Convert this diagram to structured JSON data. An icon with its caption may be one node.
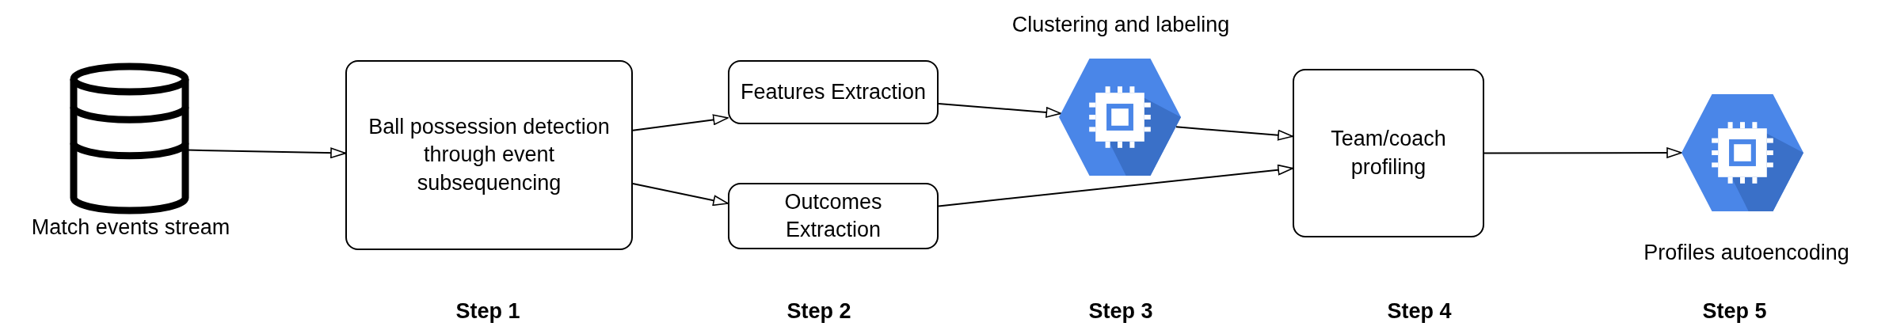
{
  "diagram": {
    "nodes": [
      {
        "text": [
          "Match events stream"
        ]
      },
      {
        "text": [
          "Ball possession detection through event subsequencing"
        ]
      },
      {
        "text": [
          "Features Extraction"
        ]
      },
      {
        "text": [
          "Outcomes Extraction"
        ]
      },
      {
        "text": [
          "Clustering and labeling"
        ]
      },
      {
        "text": [
          "Team/coach profiling"
        ]
      },
      {
        "text": [
          "Profiles autoencoding"
        ]
      }
    ],
    "edges": [
      {
        "from": 0,
        "to": 1,
        "arrow": "to"
      },
      {
        "from": 1,
        "to": 2,
        "arrow": "to"
      },
      {
        "from": 1,
        "to": 3,
        "arrow": "to"
      },
      {
        "from": 2,
        "to": 4,
        "arrow": "to"
      },
      {
        "from": 4,
        "to": 5,
        "arrow": "to"
      },
      {
        "from": 3,
        "to": 5,
        "arrow": "to"
      },
      {
        "from": 5,
        "to": 6,
        "arrow": "to"
      }
    ],
    "labels": [
      "Step 1",
      "Step 2",
      "Step 3",
      "Step 4",
      "Step 5"
    ]
  }
}
